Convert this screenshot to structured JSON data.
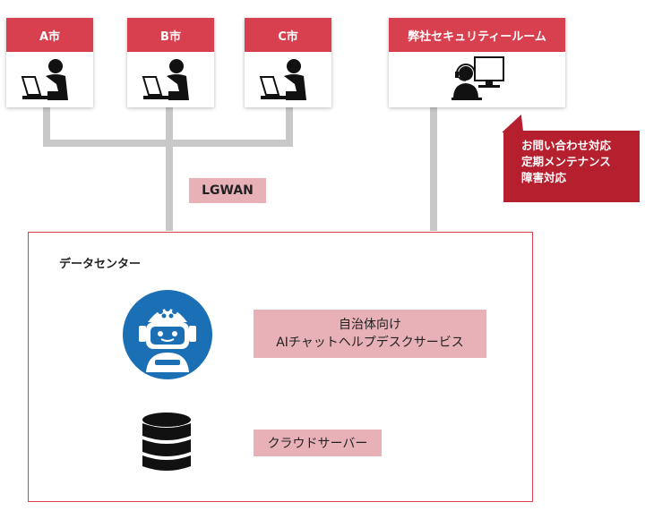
{
  "cities": [
    {
      "label": "A市"
    },
    {
      "label": "B市"
    },
    {
      "label": "C市"
    }
  ],
  "security_room": {
    "label": "弊社セキュリティールーム"
  },
  "callout": {
    "lines": [
      "お問い合わせ対応",
      "定期メンテナンス",
      "障害対応"
    ]
  },
  "network": {
    "label": "LGWAN"
  },
  "data_center": {
    "title": "データセンター",
    "ai_service": {
      "line1": "自治体向け",
      "line2": "AIチャットヘルプデスクサービス"
    },
    "cloud_server": {
      "label": "クラウドサーバー"
    }
  },
  "colors": {
    "accent_red": "#d9404f",
    "callout_red": "#b51f2e",
    "label_pink": "#e8b1b8",
    "line_gray": "#c8c8c8",
    "robot_blue": "#1b6fb5"
  }
}
